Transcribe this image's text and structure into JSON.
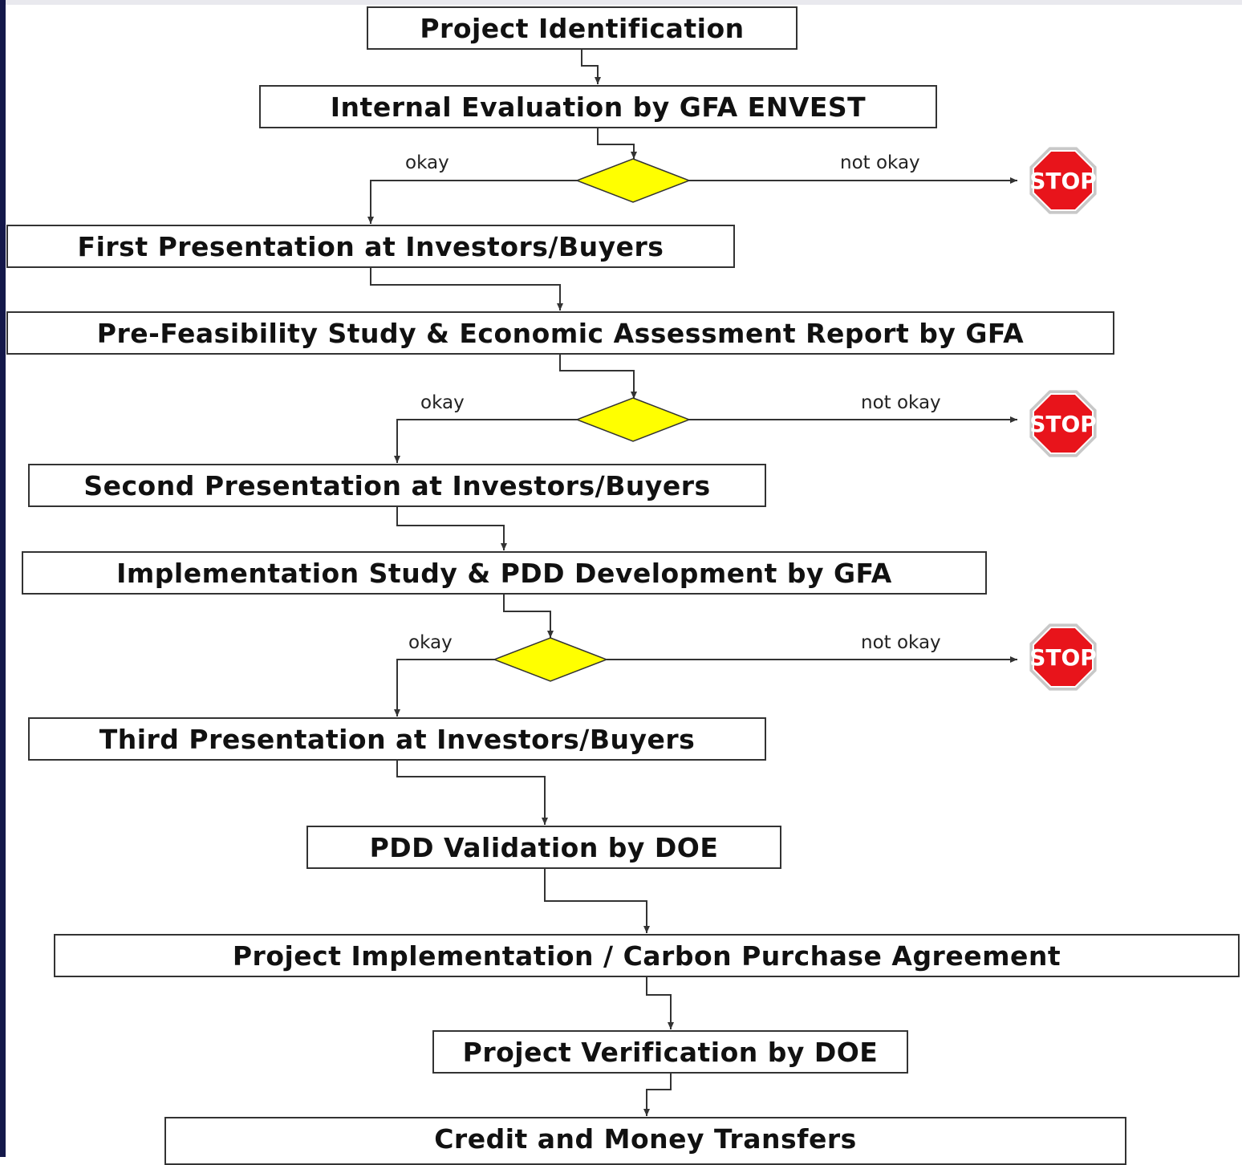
{
  "steps": [
    {
      "text": "Project Identification"
    },
    {
      "text": "Internal Evaluation by GFA ENVEST"
    },
    {
      "text": "First Presentation at Investors/Buyers"
    },
    {
      "text": "Pre-Feasibility Study & Economic Assessment Report by GFA"
    },
    {
      "text": "Second Presentation at Investors/Buyers"
    },
    {
      "text": "Implementation Study & PDD Development  by GFA"
    },
    {
      "text": "Third Presentation at Investors/Buyers"
    },
    {
      "text": "PDD Validation by DOE"
    },
    {
      "text": "Project Implementation / Carbon Purchase Agreement"
    },
    {
      "text": "Project Verification by DOE"
    },
    {
      "text": "Credit and Money Transfers"
    }
  ],
  "decisions": [
    {
      "yes_label": "okay",
      "no_label": "not okay",
      "stop_text": "STOP"
    },
    {
      "yes_label": "okay",
      "no_label": "not okay",
      "stop_text": "STOP"
    },
    {
      "yes_label": "okay",
      "no_label": "not okay",
      "stop_text": "STOP"
    }
  ],
  "colors": {
    "decision_fill": "#ffff00",
    "stop_fill": "#e8141b",
    "stop_text": "#ffffff",
    "line": "#333333",
    "left_edge": "#14184a"
  }
}
